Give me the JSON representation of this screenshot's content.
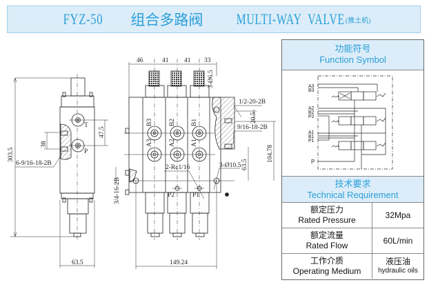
{
  "title": {
    "code": "FYZ-50",
    "cn": "组合多路阀",
    "en": "MULTI-WAY  VALVE",
    "sub": "(推土机)"
  },
  "drawing": {
    "side_view": {
      "height_total": "303.5",
      "width": "63.5",
      "port_spacing": "47.5",
      "port_pitch": "38",
      "thread_note": "6-9/16-18-2B",
      "port_T": "T",
      "port_P": "P"
    },
    "front_view": {
      "top_dims": [
        "46",
        "41",
        "41",
        "33"
      ],
      "hole_dia": "3-Ø6.5",
      "thread_top": "1/2-20-2B",
      "dim_20_5": "20.5",
      "thread_mid": "9/16-18-2B",
      "dim_104_78": "104.78",
      "dim_63_5": "63.5",
      "mount_holes": "3-Ø10.5",
      "rc_note": "2-Rc1/16",
      "side_thread": "3/4-16-2B",
      "width_total": "149.24",
      "port_labels_b": [
        "B3",
        "B2",
        "B1"
      ],
      "port_labels_a": [
        "A3",
        "A2",
        "A1"
      ],
      "port_labels_p": [
        "P2",
        "P1"
      ]
    }
  },
  "panel": {
    "function_symbol": {
      "cn": "功能符号",
      "en": "Function Symbol",
      "ports": [
        "A3",
        "B3",
        "A2",
        "B2",
        "P2",
        "A1",
        "B1",
        "P1",
        "P"
      ]
    },
    "technical": {
      "cn": "技术要求",
      "en": "Technical Requirement",
      "rows": [
        {
          "label_cn": "额定压力",
          "label_en": "Rated Pressure",
          "value": "32Mpa",
          "value_en": ""
        },
        {
          "label_cn": "额定流量",
          "label_en": "Rated Flow",
          "value": "60L/min",
          "value_en": ""
        },
        {
          "label_cn": "工作介质",
          "label_en": "Operating Medium",
          "value": "液压油",
          "value_en": "hydraulic oils"
        }
      ]
    }
  },
  "colors": {
    "accent": "#2a9fd8",
    "header_bg": "#dcedf9",
    "line": "#222222"
  }
}
